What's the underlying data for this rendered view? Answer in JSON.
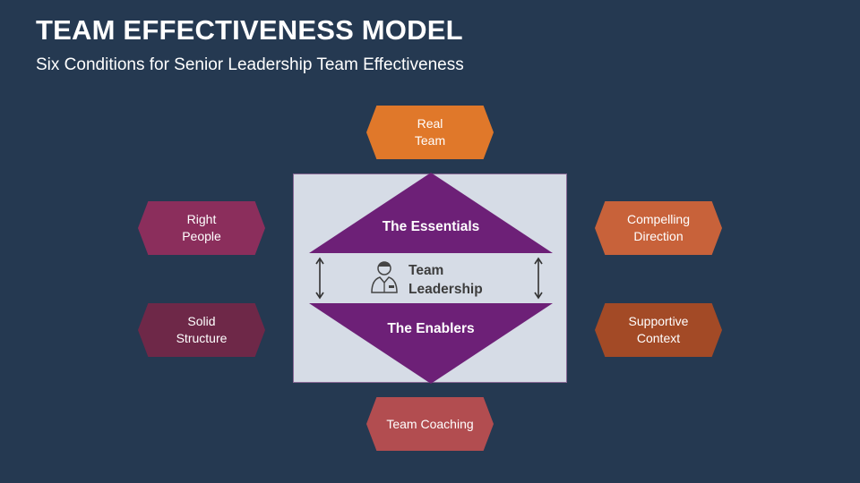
{
  "title": "TEAM EFFECTIVENESS MODEL",
  "subtitle": "Six Conditions for Senior Leadership Team Effectiveness",
  "nodes": {
    "real_team": {
      "label": "Real\nTeam",
      "color": "#e0782a"
    },
    "right_people": {
      "label": "Right\nPeople",
      "color": "#8b2e5c"
    },
    "solid_structure": {
      "label": "Solid\nStructure",
      "color": "#6e2848"
    },
    "compelling_direction": {
      "label": "Compelling\nDirection",
      "color": "#c8623a"
    },
    "supportive_context": {
      "label": "Supportive\nContext",
      "color": "#a34a26"
    },
    "team_coaching": {
      "label": "Team Coaching",
      "color": "#b24d50"
    }
  },
  "center": {
    "essentials": "The Essentials",
    "enablers": "The Enablers",
    "leadership": "Team\nLeadership",
    "triangle_color": "#6d2077",
    "panel_color": "#d6dce6"
  },
  "icons": {
    "leader": "leader-person-icon",
    "arrow": "double-arrow-icon"
  }
}
